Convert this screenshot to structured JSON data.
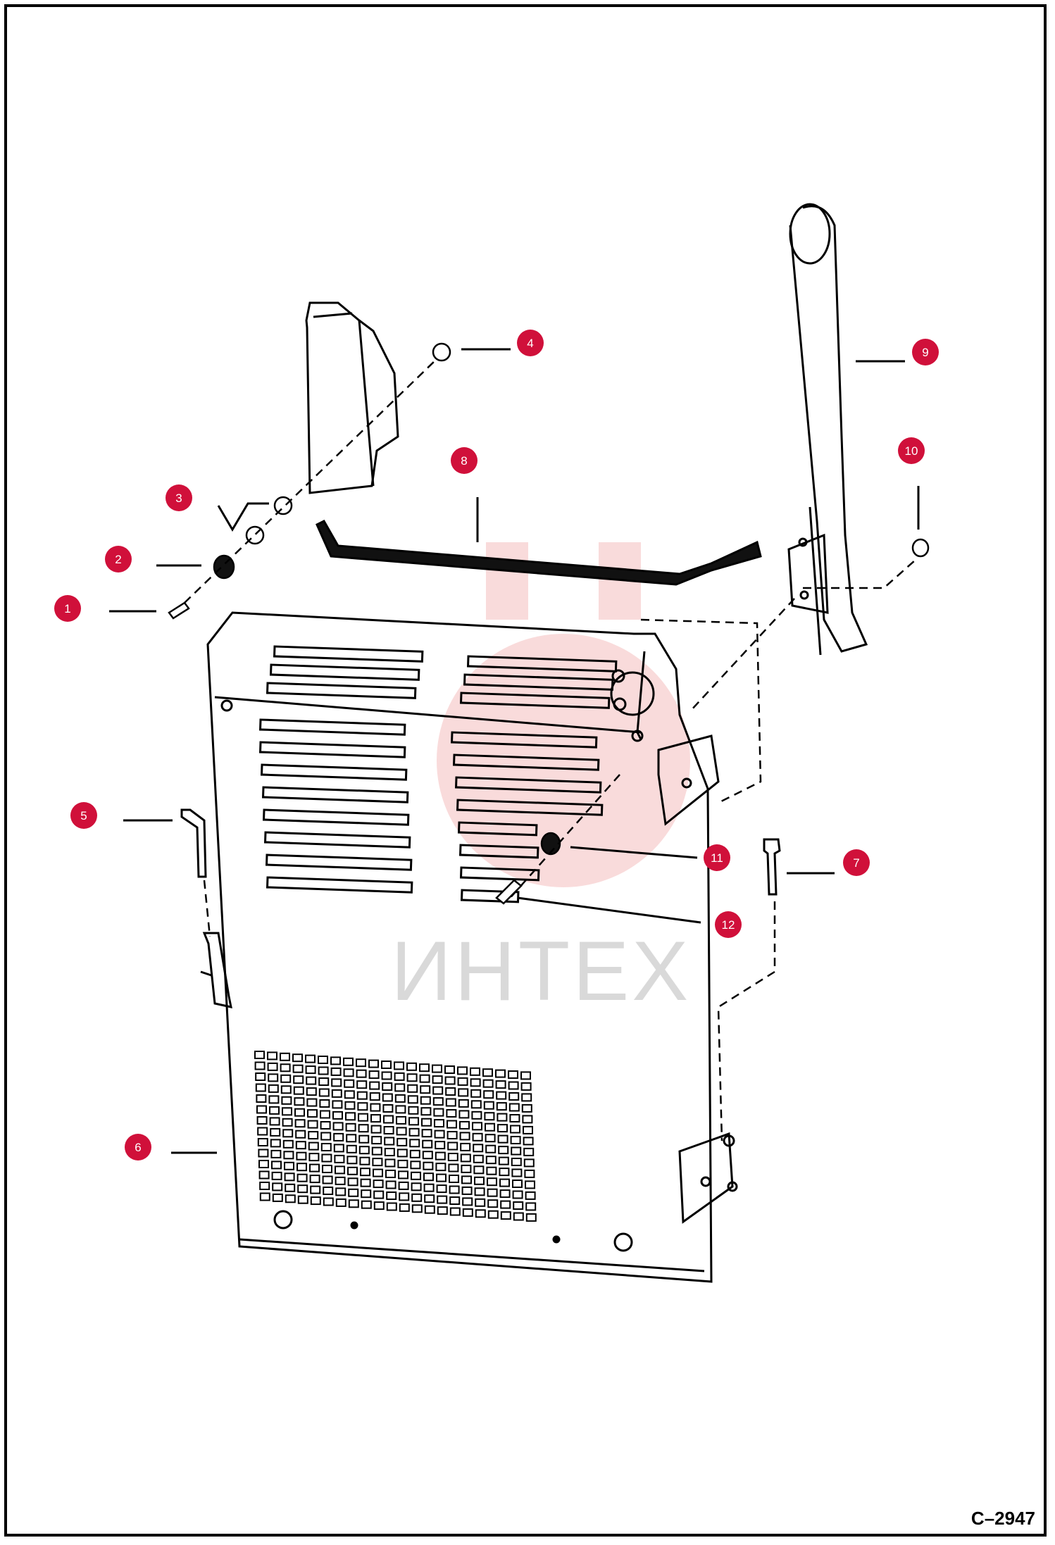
{
  "diagram": {
    "drawing_number": "C–2947",
    "watermark": "ИНТЕХ",
    "callout_color": "#d0103a",
    "callouts": [
      {
        "id": "callout-1",
        "label": "1"
      },
      {
        "id": "callout-2",
        "label": "2"
      },
      {
        "id": "callout-3",
        "label": "3"
      },
      {
        "id": "callout-4",
        "label": "4"
      },
      {
        "id": "callout-5",
        "label": "5"
      },
      {
        "id": "callout-6",
        "label": "6"
      },
      {
        "id": "callout-7",
        "label": "7"
      },
      {
        "id": "callout-8",
        "label": "8"
      },
      {
        "id": "callout-9",
        "label": "9"
      },
      {
        "id": "callout-10",
        "label": "10"
      },
      {
        "id": "callout-11",
        "label": "11"
      },
      {
        "id": "callout-12",
        "label": "12"
      }
    ]
  }
}
